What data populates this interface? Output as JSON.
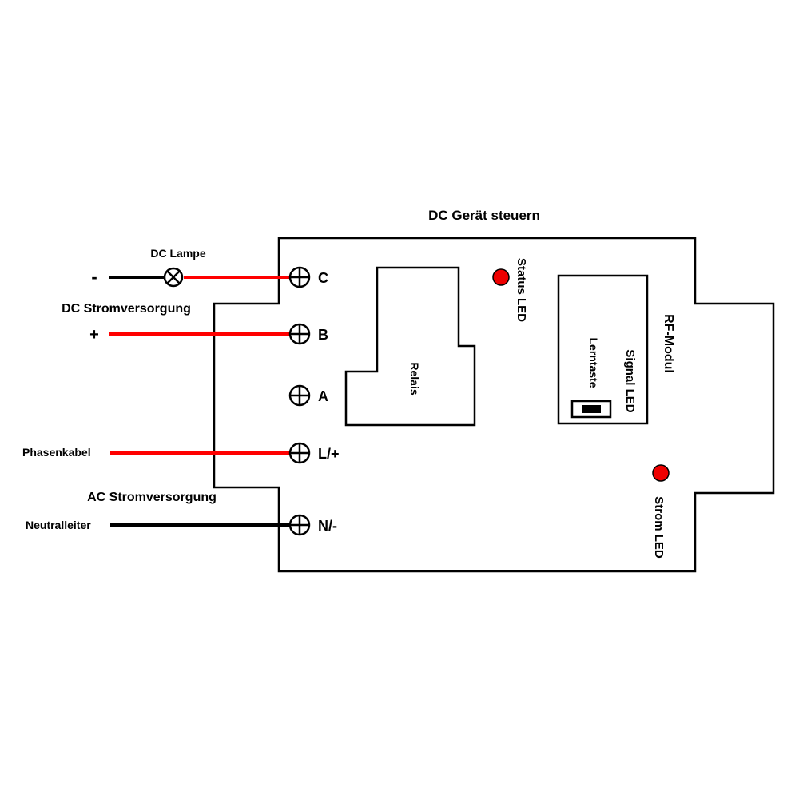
{
  "title": "DC Gerät steuern",
  "dc_lamp_label": "DC Lampe",
  "dc_supply_label": "DC Stromversorgung",
  "dc_minus_sign": "-",
  "dc_plus_sign": "+",
  "phase_label": "Phasenkabel",
  "ac_supply_label": "AC Stromversorgung",
  "neutral_label": "Neutralleiter",
  "terminals": {
    "c": "C",
    "b": "B",
    "a": "A",
    "l": "L/+",
    "n": "N/-"
  },
  "relay_label": "Relais",
  "status_led_label": "Status LED",
  "rf_module_label": "RF-Modul",
  "signal_led_label": "Signal LED",
  "learn_button_label": "Lerntaste",
  "power_led_label": "Strom LED",
  "colors": {
    "wire_red": "#ff0000",
    "wire_black": "#000000",
    "led_red": "#ee0000"
  }
}
